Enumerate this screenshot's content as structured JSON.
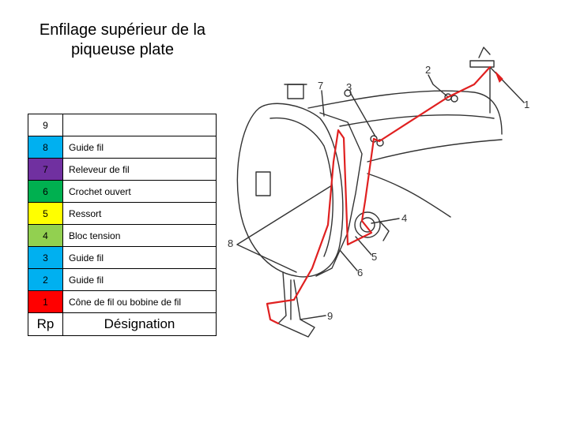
{
  "title": "Enfilage supérieur de la piqueuse plate",
  "legend": {
    "header": {
      "rp": "Rp",
      "designation": "Désignation"
    },
    "rows": [
      {
        "rp": "9",
        "designation": "",
        "color": "#ffffff"
      },
      {
        "rp": "8",
        "designation": "Guide fil",
        "color": "#00b0f0"
      },
      {
        "rp": "7",
        "designation": "Releveur de fil",
        "color": "#7030a0"
      },
      {
        "rp": "6",
        "designation": "Crochet ouvert",
        "color": "#00b050"
      },
      {
        "rp": "5",
        "designation": "Ressort",
        "color": "#ffff00"
      },
      {
        "rp": "4",
        "designation": "Bloc tension",
        "color": "#92d050"
      },
      {
        "rp": "3",
        "designation": "Guide fil",
        "color": "#00b0f0"
      },
      {
        "rp": "2",
        "designation": "Guide fil",
        "color": "#00b0f0"
      },
      {
        "rp": "1",
        "designation": "Cône de fil ou bobine de fil",
        "color": "#ff0000"
      }
    ]
  },
  "callouts": [
    "1",
    "2",
    "3",
    "4",
    "5",
    "6",
    "7",
    "8",
    "9"
  ],
  "thread_color": "#e02020"
}
